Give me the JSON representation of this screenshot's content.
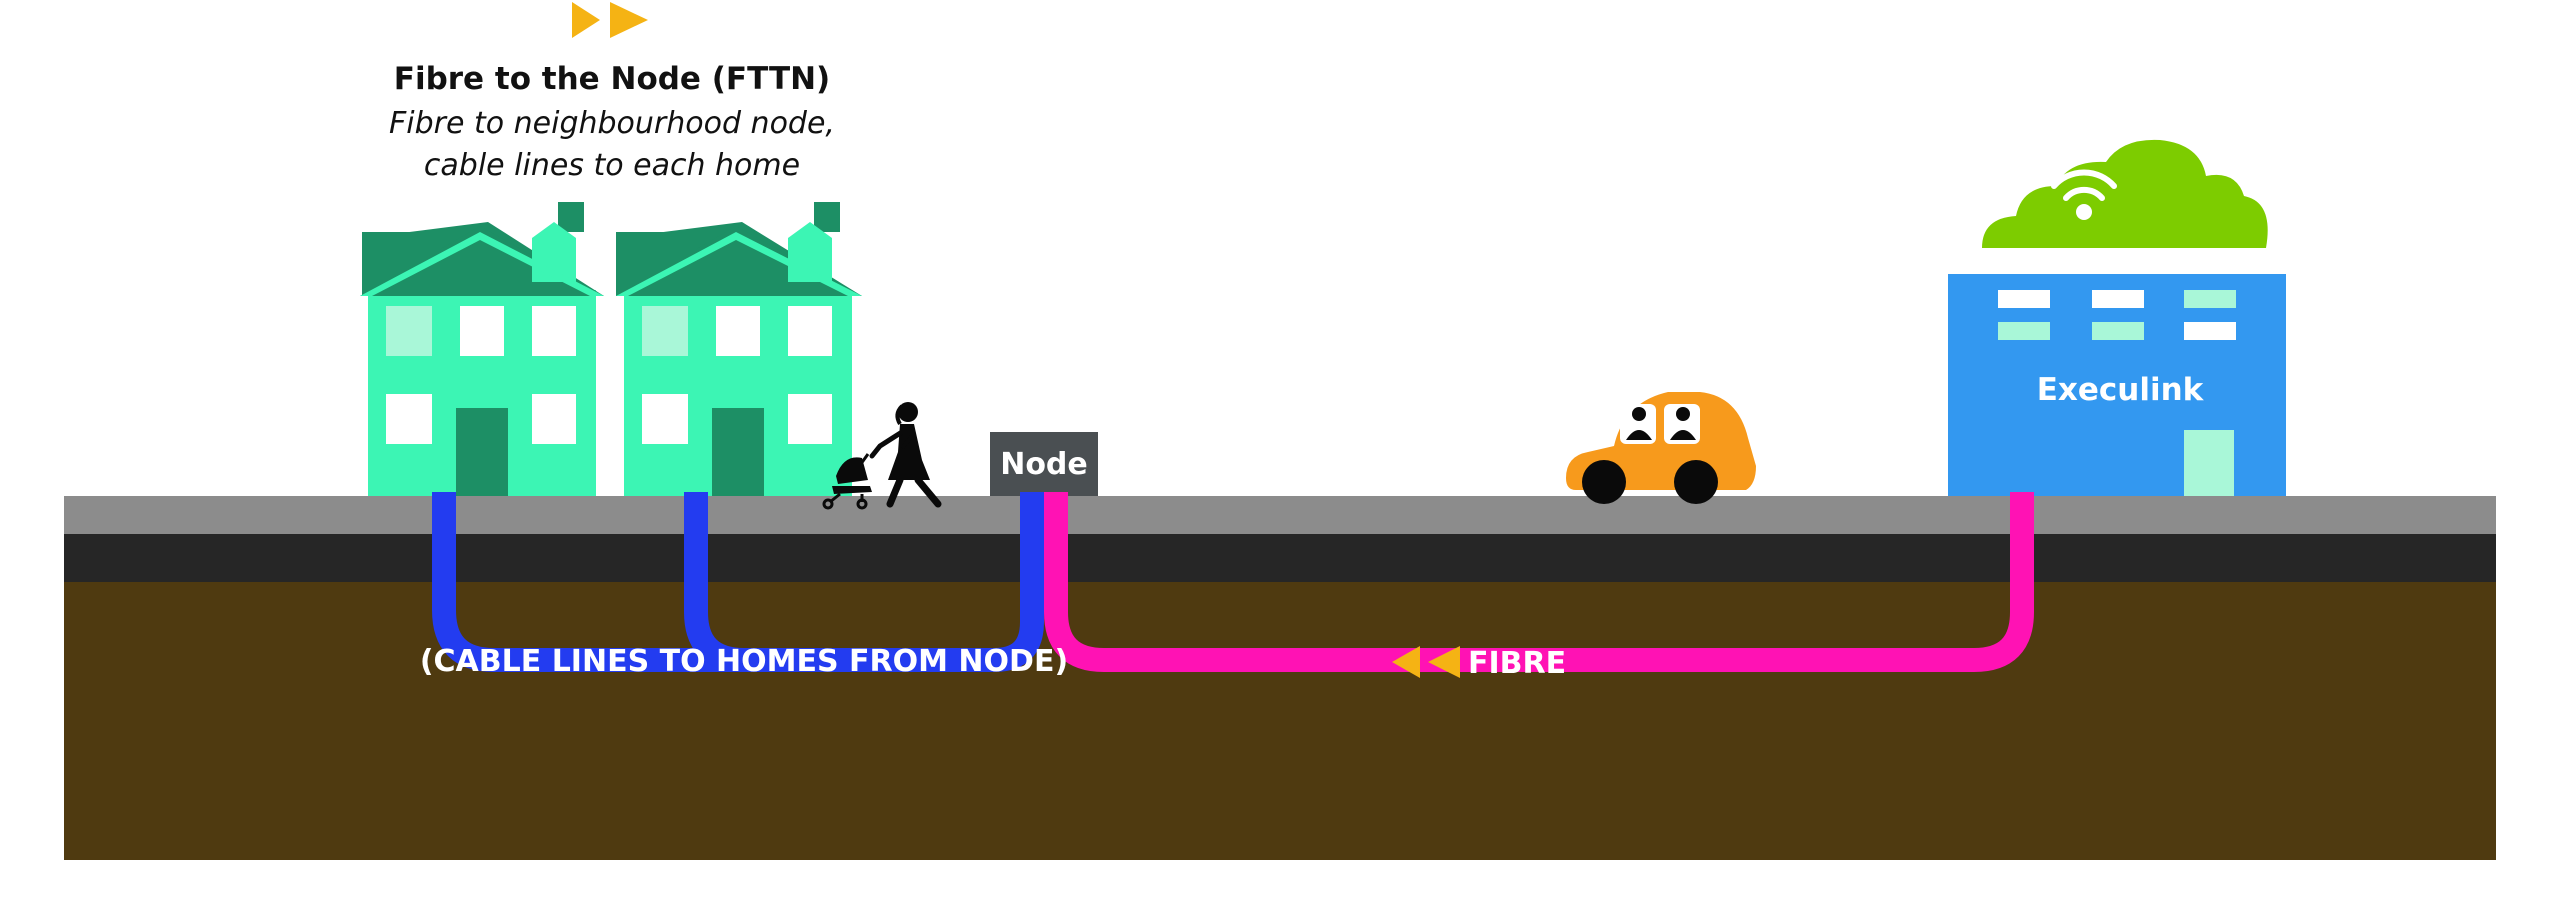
{
  "header": {
    "title": "Fibre to the Node (FTTN)",
    "subtitle_line1": "Fibre to neighbourhood node,",
    "subtitle_line2": "cable lines to each home"
  },
  "labels": {
    "node": "Node",
    "building": "Execulink",
    "cable": "(CABLE LINES TO HOMES FROM NODE)",
    "fibre": "FIBRE"
  },
  "colors": {
    "house": "#3cf5b4",
    "house_roof": "#1d8f65",
    "window": "#ffffff",
    "window_light": "#a9f7d8",
    "building": "#3398f0",
    "cloud": "#7dcc00",
    "car": "#f79a1c",
    "cable": "#233cf0",
    "fibre": "#ff12b4",
    "arrow": "#f5b314",
    "sidewalk": "#8c8c8c",
    "road": "#262626",
    "ground": "#4f3a10",
    "node_box": "#4a4f52"
  },
  "icons": [
    "fast-forward-icon",
    "wifi-icon",
    "person-with-stroller-icon",
    "car-icon",
    "rewind-arrows-icon"
  ]
}
